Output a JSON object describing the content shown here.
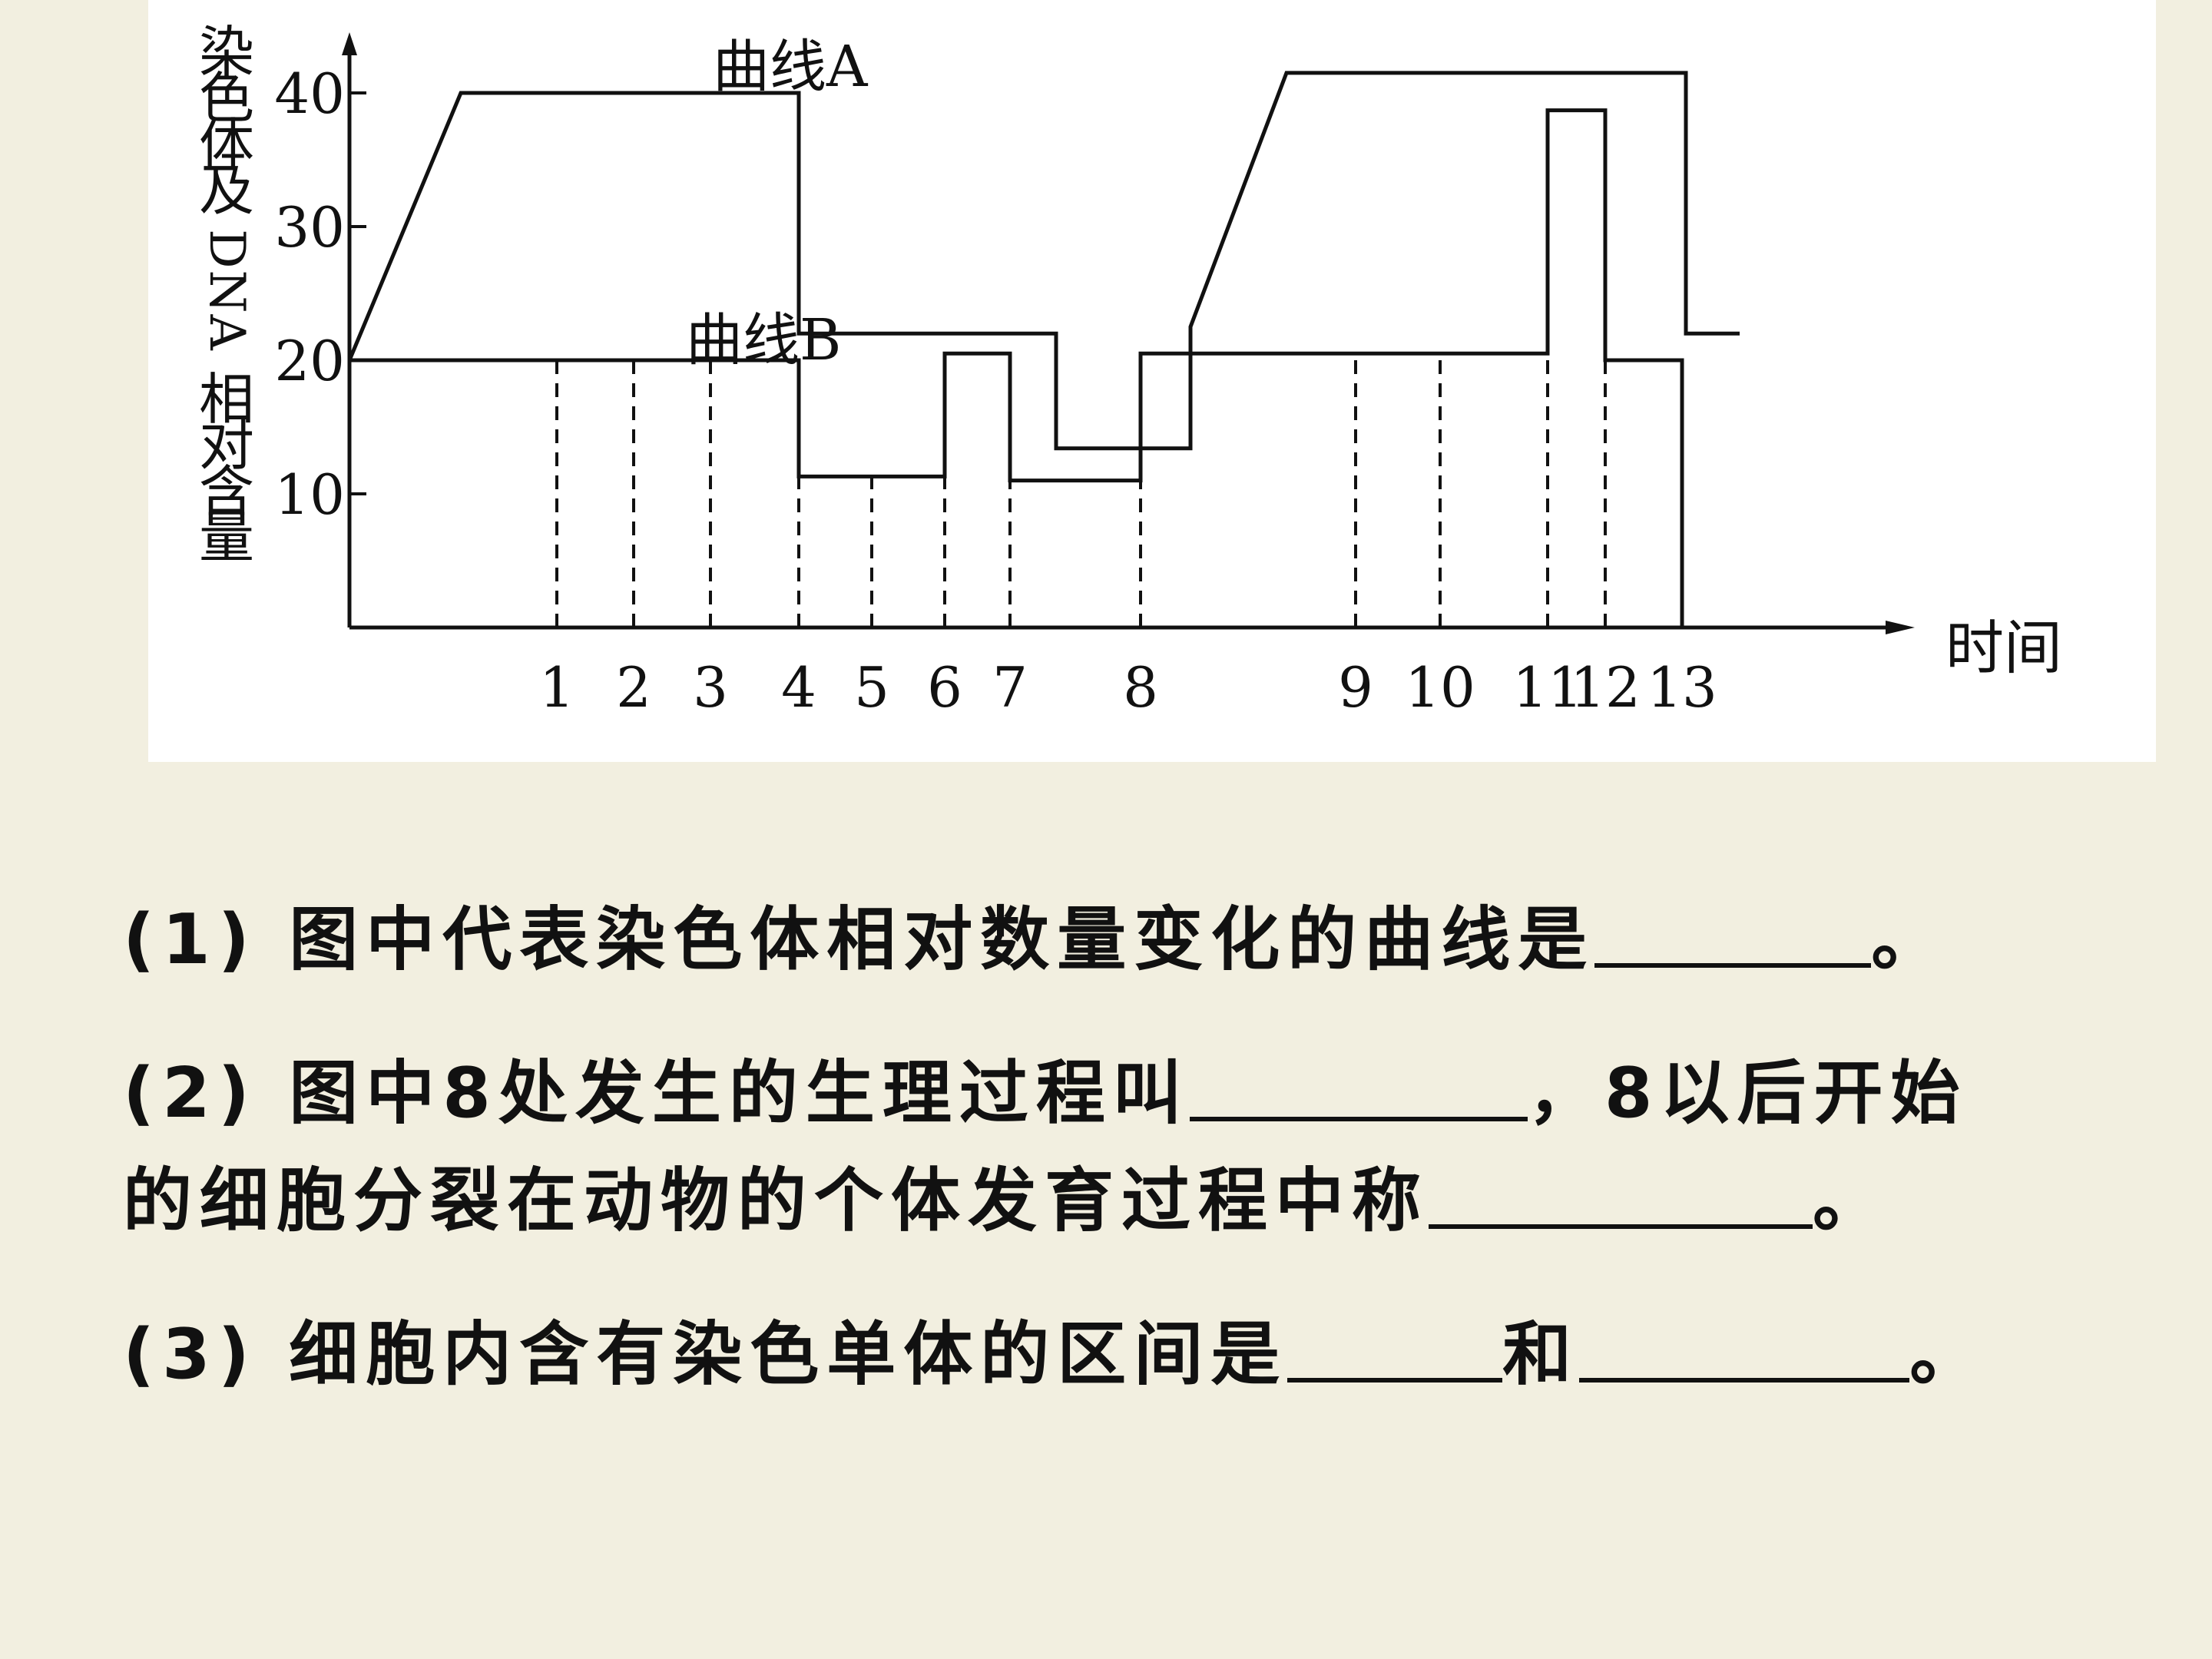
{
  "chart_data": {
    "type": "line",
    "ylabel": "染色体及DNA相对含量",
    "ylabel_parts": [
      "染",
      "色",
      "体",
      "及",
      "DNA",
      "相",
      "对",
      "含",
      "量"
    ],
    "xlabel": "时间",
    "y_ticks": [
      "10",
      "20",
      "30",
      "40"
    ],
    "ylim": [
      0,
      43
    ],
    "x_ticks": [
      "1",
      "2",
      "3",
      "4",
      "5",
      "6",
      "7",
      "8",
      "9",
      "10",
      "11",
      "12",
      "13"
    ],
    "series": [
      {
        "name": "曲线A",
        "points": [
          [
            0,
            20
          ],
          [
            1.45,
            40
          ],
          [
            5.85,
            40
          ],
          [
            5.85,
            22
          ],
          [
            9.2,
            22
          ],
          [
            9.2,
            13.4
          ],
          [
            10.95,
            13.4
          ],
          [
            10.95,
            22.5
          ],
          [
            12.2,
            41.5
          ],
          [
            17.4,
            41.5
          ],
          [
            17.4,
            22
          ],
          [
            18.1,
            22
          ]
        ]
      },
      {
        "name": "曲线B",
        "points": [
          [
            0,
            20
          ],
          [
            5.85,
            20
          ],
          [
            5.85,
            11.3
          ],
          [
            7.75,
            11.3
          ],
          [
            7.75,
            20.5
          ],
          [
            8.6,
            20.5
          ],
          [
            8.6,
            11
          ],
          [
            10.3,
            11
          ],
          [
            10.3,
            20.5
          ],
          [
            15.6,
            20.5
          ],
          [
            15.6,
            38.7
          ],
          [
            16.35,
            38.7
          ],
          [
            16.35,
            20
          ],
          [
            17.35,
            20
          ],
          [
            17.35,
            0
          ]
        ]
      }
    ],
    "tick_positions": [
      2.7,
      3.7,
      4.7,
      5.85,
      6.8,
      7.75,
      8.6,
      10.3,
      13.1,
      14.2,
      15.6,
      16.35,
      17.35
    ],
    "grid": false
  },
  "questions": {
    "q1": {
      "text": "(1) 图中代表染色体相对数量变化的曲线是",
      "end": "。"
    },
    "q2_line1": {
      "text": "(2) 图中8处发生的生理过程叫",
      "mid": "，8以后开始"
    },
    "q2_line2": {
      "text": "的细胞分裂在动物的个体发育过程中称",
      "end": "。"
    },
    "q3": {
      "text": "(3) 细胞内含有染色单体的区间是",
      "mid": "和",
      "end": "。"
    }
  }
}
